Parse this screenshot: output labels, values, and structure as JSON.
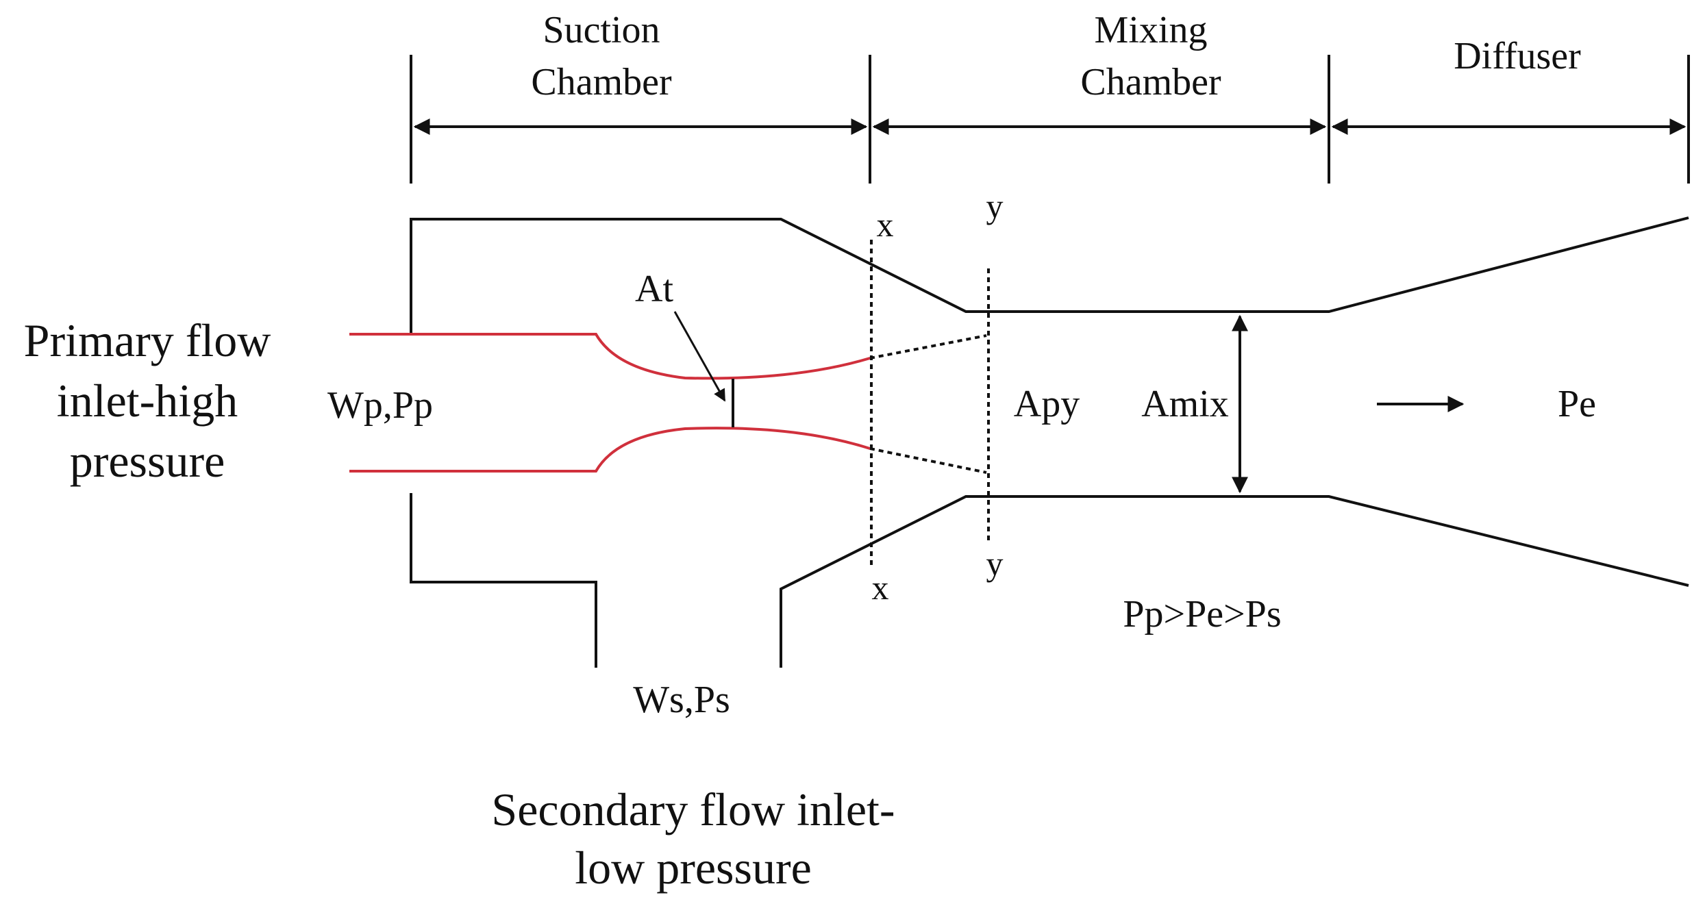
{
  "sections": {
    "suction": [
      "Suction",
      "Chamber"
    ],
    "mixing": [
      "Mixing",
      "Chamber"
    ],
    "diffuser": "Diffuser"
  },
  "labels": {
    "primary_inlet": [
      "Primary flow",
      "inlet-high",
      "pressure"
    ],
    "secondary_inlet": [
      "Secondary flow inlet-",
      "low pressure"
    ],
    "wp_pp": "Wp,Pp",
    "ws_ps": "Ws,Ps",
    "at": "At",
    "apy": "Apy",
    "amix": "Amix",
    "pe": "Pe",
    "pressure_relation": "Pp>Pe>Ps",
    "x_top": "x",
    "x_bottom": "x",
    "y_top": "y",
    "y_bottom": "y"
  },
  "colors": {
    "nozzle": "#d0303c",
    "outline": "#111111"
  }
}
